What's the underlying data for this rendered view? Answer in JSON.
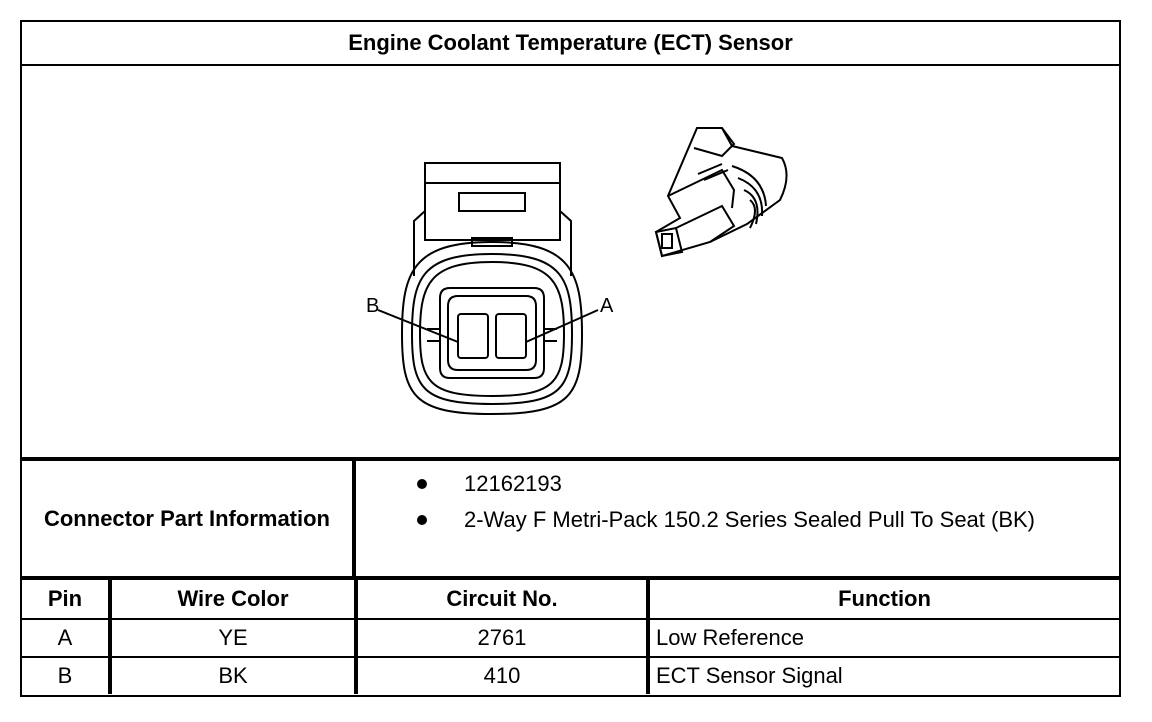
{
  "title": "Engine Coolant Temperature (ECT) Sensor",
  "diagram": {
    "label_b": "B",
    "label_a": "A"
  },
  "connector_info": {
    "label": "Connector Part Information",
    "items": [
      "12162193",
      "2-Way F Metri-Pack 150.2 Series Sealed Pull To Seat (BK)"
    ]
  },
  "pin_table": {
    "headers": [
      "Pin",
      "Wire Color",
      "Circuit No.",
      "Function"
    ],
    "rows": [
      [
        "A",
        "YE",
        "2761",
        "Low Reference"
      ],
      [
        "B",
        "BK",
        "410",
        "ECT Sensor Signal"
      ]
    ]
  }
}
